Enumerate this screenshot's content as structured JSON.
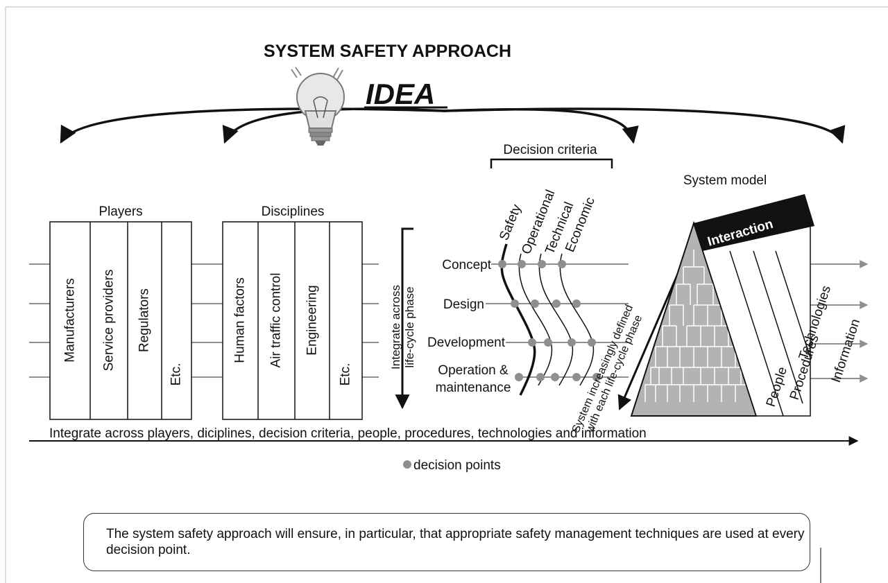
{
  "title": "SYSTEM SAFETY APPROACH",
  "idea_label": "IDEA",
  "players": {
    "heading": "Players",
    "columns": [
      "Manufacturers",
      "Service providers",
      "Regulators",
      "Etc."
    ]
  },
  "disciplines": {
    "heading": "Disciplines",
    "columns": [
      "Human factors",
      "Air traffic control",
      "Engineering",
      "Etc."
    ]
  },
  "lifecycle_arrow_label": [
    "Integrate across",
    "life-cycle phase"
  ],
  "decision_criteria": {
    "heading": "Decision criteria",
    "criteria": [
      "Safety",
      "Operational",
      "Technical",
      "Economic"
    ]
  },
  "phases": [
    "Concept",
    "Design",
    "Development",
    "Operation &",
    "maintenance"
  ],
  "system_model": {
    "heading": "System model",
    "interaction_label": "Interaction",
    "side_arrow_label": [
      "System increasingly defined",
      "with each life-cycle phase"
    ],
    "columns": [
      "People",
      "Procedures",
      "Technologies",
      "Information"
    ]
  },
  "bottom_integration_label": "Integrate across players, diciplines, decision criteria, people, procedures, technologies and information",
  "legend_label": "decision points",
  "note_text": "The system safety approach will ensure, in particular, that appropriate safety management techniques are used at every decision point.",
  "colors": {
    "line_gray": "#8f8f8f",
    "triangle_fill": "#b3b3b3",
    "decision_point": "#8f8f8f",
    "interaction_bg": "#111111"
  }
}
